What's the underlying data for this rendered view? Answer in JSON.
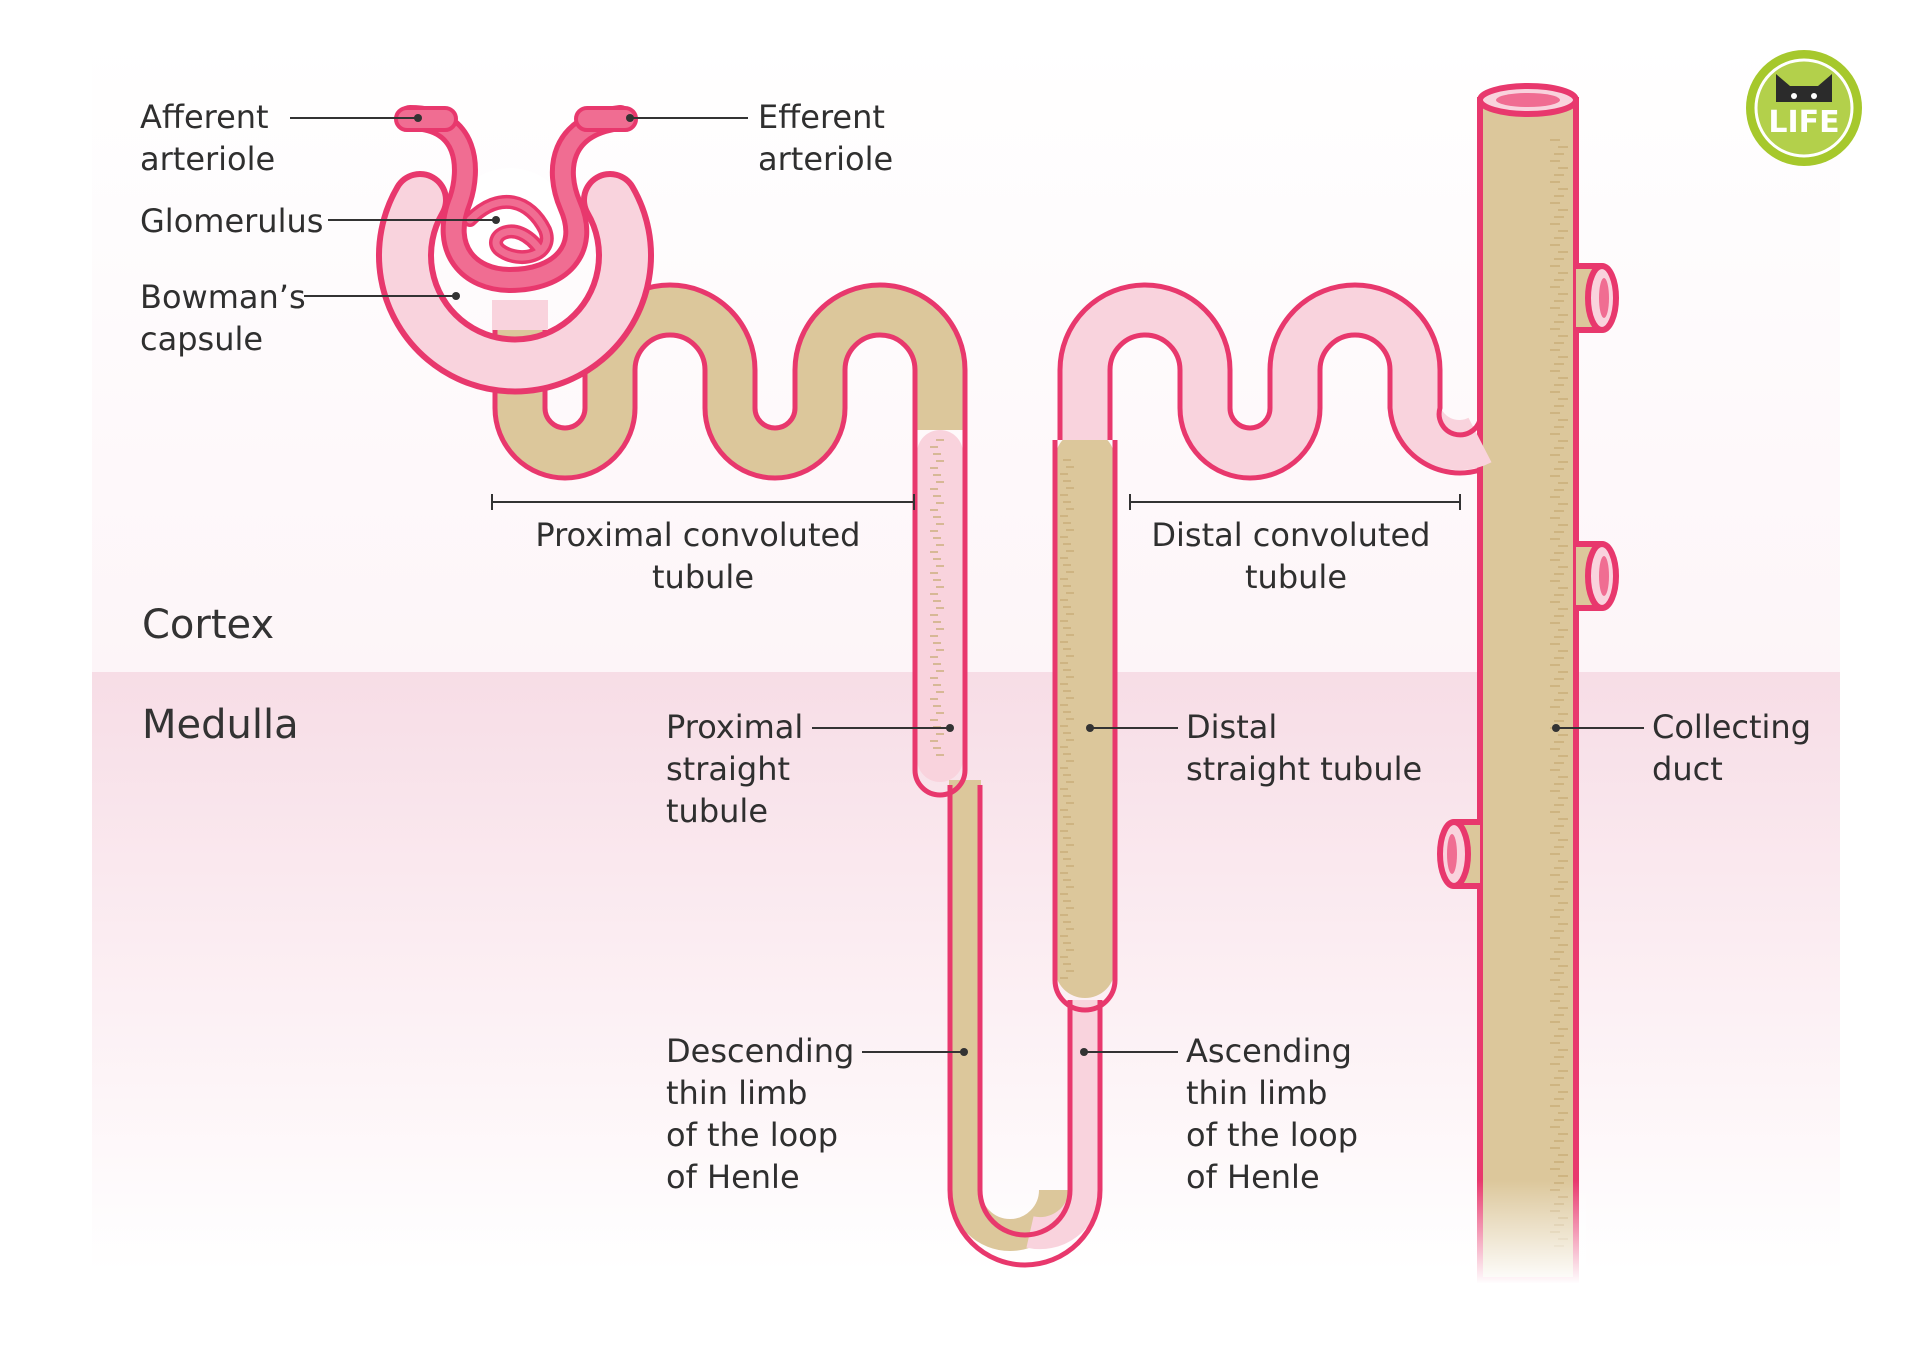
{
  "colors": {
    "tan": "#dcc79b",
    "pink_tube": "#f9d3dd",
    "outline": "#e8386d",
    "vessel": "#f06d92",
    "medulla_band": "#f7e3ea",
    "logo_green": "#a6c82c"
  },
  "zones": {
    "cortex": "Cortex",
    "medulla": "Medulla"
  },
  "labels": {
    "afferent": [
      "Afferent",
      "arteriole"
    ],
    "efferent": [
      "Efferent",
      "arteriole"
    ],
    "glomerulus": [
      "Glomerulus"
    ],
    "bowman": [
      "Bowman’s",
      "capsule"
    ],
    "pct": [
      "Proximal convoluted",
      "tubule"
    ],
    "dct": [
      "Distal convoluted",
      "tubule"
    ],
    "pst": [
      "Proximal",
      "straight",
      "tubule"
    ],
    "dst": [
      "Distal",
      "straight tubule"
    ],
    "collecting": [
      "Collecting",
      "duct"
    ],
    "descending": [
      "Descending",
      "thin limb",
      "of the loop",
      "of Henle"
    ],
    "ascending": [
      "Ascending",
      "thin limb",
      "of the loop",
      "of Henle"
    ]
  },
  "logo": {
    "text": "LIFE",
    "icon": "cat-face-icon"
  }
}
